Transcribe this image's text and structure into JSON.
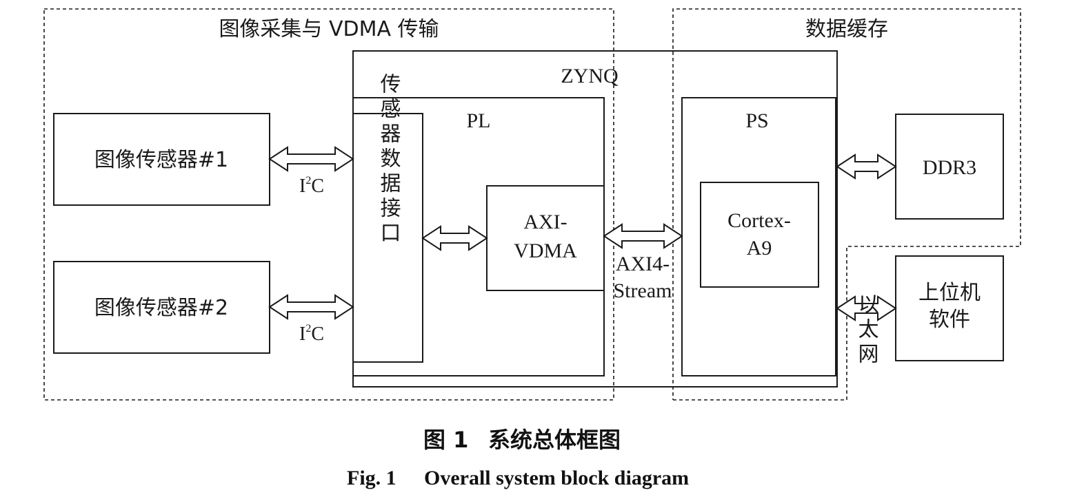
{
  "groups": {
    "acquisition": "图像采集与 VDMA 传输",
    "cache": "数据缓存"
  },
  "blocks": {
    "zynq": "ZYNQ",
    "pl": "PL",
    "ps": "PS",
    "sensor1": "图像传感器#1",
    "sensor2": "图像传感器#2",
    "sensor_interface": "传感器数据接口",
    "axi_vdma_line1": "AXI-",
    "axi_vdma_line2": "VDMA",
    "cortex_line1": "Cortex-",
    "cortex_line2": "A9",
    "ddr3": "DDR3",
    "host_line1": "上位机",
    "host_line2": "软件"
  },
  "links": {
    "i2c_1": "I",
    "i2c_1_sup": "2",
    "i2c_1_rest": "C",
    "i2c_2": "I",
    "i2c_2_sup": "2",
    "i2c_2_rest": "C",
    "axi4_line1": "AXI4-",
    "axi4_line2": "Stream",
    "ethernet": "以太网"
  },
  "caption": {
    "zh_label": "图 1",
    "zh_title": "系统总体框图",
    "en_label": "Fig. 1",
    "en_title": "Overall system block diagram"
  }
}
